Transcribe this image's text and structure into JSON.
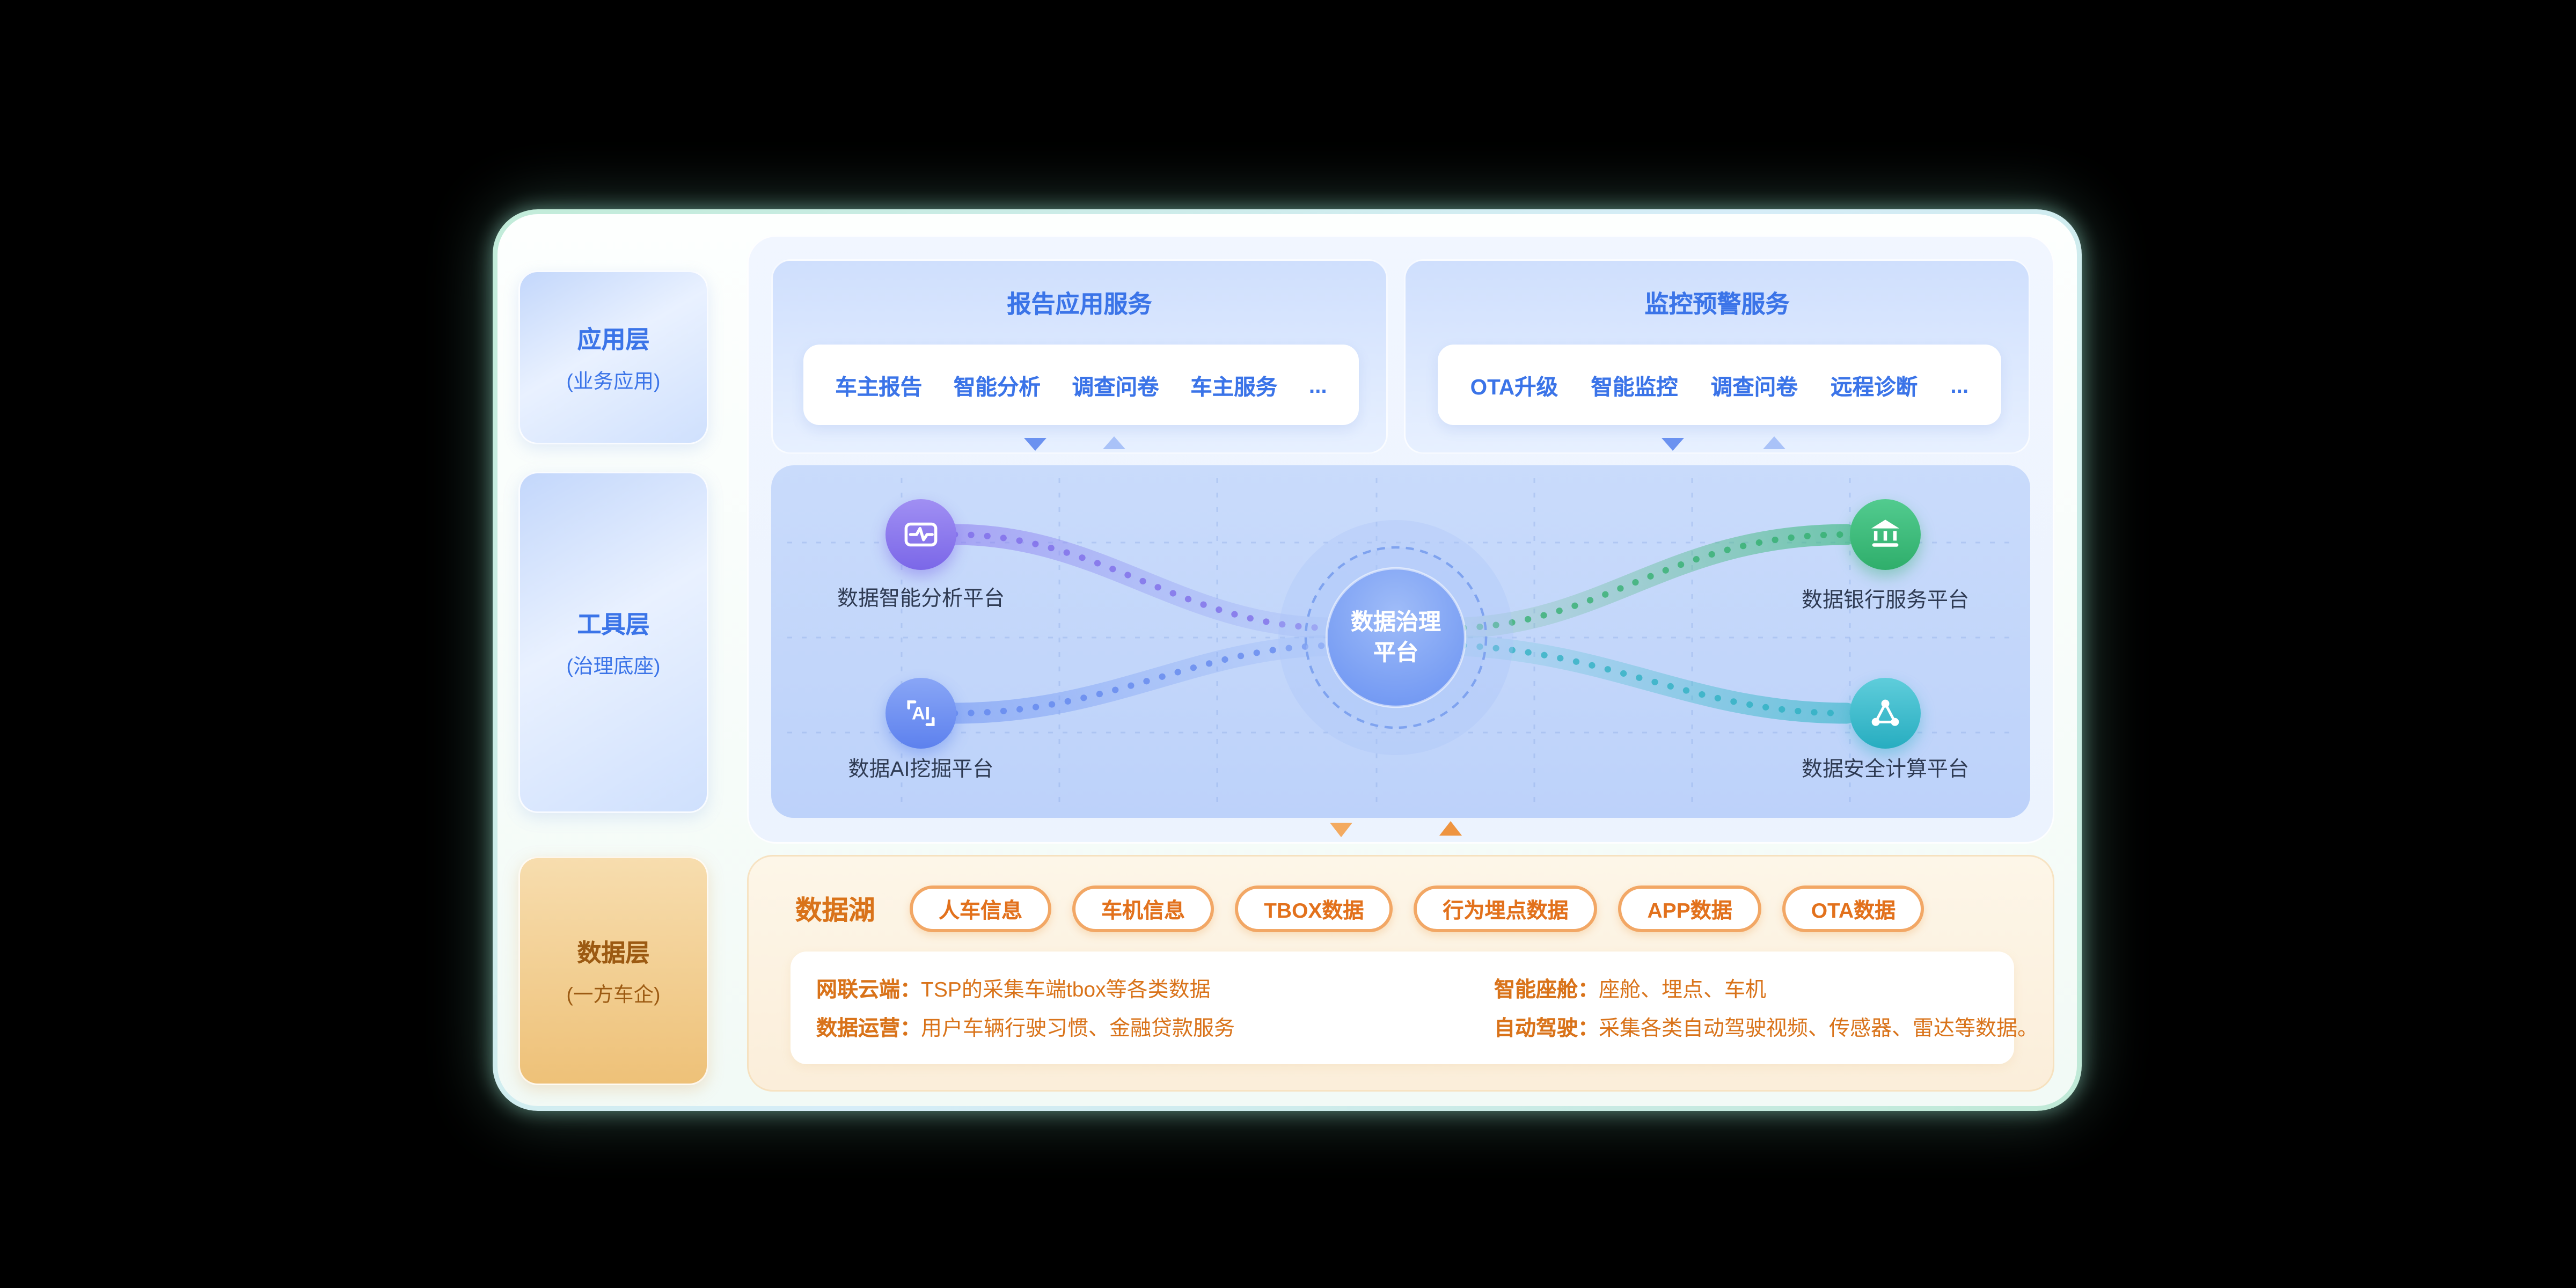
{
  "accent_colors": {
    "blue": "#3B74E8",
    "orange": "#D9731A",
    "purple": "#7C68E8",
    "green": "#2FAE6B",
    "teal": "#29AFC0"
  },
  "layers": {
    "application": {
      "line1": "应用层",
      "line2": "(业务应用)"
    },
    "tool": {
      "line1": "工具层",
      "line2": "(治理底座)"
    },
    "data": {
      "line1": "数据层",
      "line2": "(一方车企)"
    }
  },
  "report_service": {
    "title": "报告应用服务",
    "items": [
      "车主报告",
      "智能分析",
      "调查问卷",
      "车主服务",
      "..."
    ]
  },
  "monitor_service": {
    "title": "监控预警服务",
    "items": [
      "OTA升级",
      "智能监控",
      "调查问卷",
      "远程诊断",
      "..."
    ]
  },
  "platform_map": {
    "center": {
      "line1": "数据治理",
      "line2": "平台"
    },
    "nodes": [
      {
        "id": "analysis",
        "label": "数据智能分析平台"
      },
      {
        "id": "ai-mining",
        "label": "数据AI挖掘平台"
      },
      {
        "id": "bank",
        "label": "数据银行服务平台"
      },
      {
        "id": "security",
        "label": "数据安全计算平台"
      }
    ]
  },
  "data_lake": {
    "title": "数据湖",
    "tags": [
      "人车信息",
      "车机信息",
      "TBOX数据",
      "行为埋点数据",
      "APP数据",
      "OTA数据"
    ],
    "details": [
      {
        "label": "网联云端：",
        "text": "TSP的采集车端tbox等各类数据"
      },
      {
        "label": "数据运营：",
        "text": "用户车辆行驶习惯、金融贷款服务"
      },
      {
        "label": "智能座舱：",
        "text": "座舱、埋点、车机"
      },
      {
        "label": "自动驾驶：",
        "text": "采集各类自动驾驶视频、传感器、雷达等数据。"
      }
    ]
  }
}
